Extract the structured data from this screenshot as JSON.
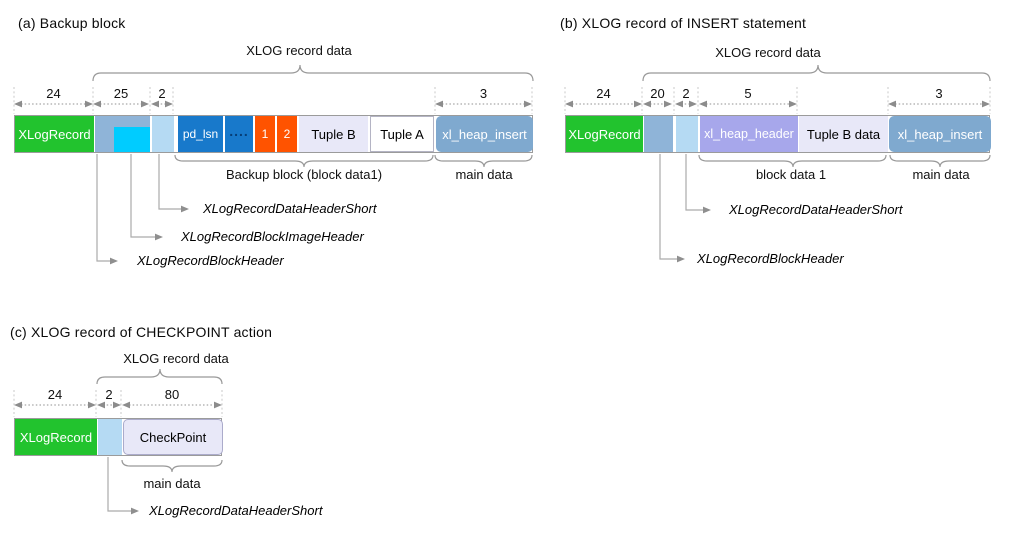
{
  "colors": {
    "xlogrecord_green": "#22c32e",
    "block_header_steel": "#8fb4d8",
    "main_data_steel": "#7fa9cf",
    "image_header_cyan": "#00ccff",
    "data_header_lightblue": "#b5daf3",
    "page_header_blue": "#1879cb",
    "hole_orange": "#ff5300",
    "tuple_lavender": "#e8e8f8",
    "heap_header_periwinkle": "#a7a7eb",
    "line_gray": "#9b9b9b"
  },
  "diagram_a": {
    "title": "(a) Backup block",
    "xlog_record_data": "XLOG record data",
    "sizes": {
      "xlogrecord": "24",
      "block_header": "25",
      "data_header": "2",
      "main": "3"
    },
    "blocks": {
      "xlogrecord": "XLogRecord",
      "pd_lsn": "pd_lsn",
      "dots": "....",
      "one": "1",
      "two": "2",
      "tuple_b": "Tuple B",
      "tuple_a": "Tuple A",
      "xl_heap_insert": "xl_heap_insert"
    },
    "backup_block_label": "Backup block (block data1)",
    "main_data_label": "main data",
    "pointer_short": "XLogRecordDataHeaderShort",
    "pointer_image": "XLogRecordBlockImageHeader",
    "pointer_block": "XLogRecordBlockHeader"
  },
  "diagram_b": {
    "title": "(b) XLOG record of INSERT statement",
    "xlog_record_data": "XLOG record data",
    "sizes": {
      "xlogrecord": "24",
      "block_header": "20",
      "data_header": "2",
      "heap_header": "5",
      "main": "3"
    },
    "blocks": {
      "xlogrecord": "XLogRecord",
      "xl_heap_header": "xl_heap_header",
      "tuple_b_data": "Tuple B data",
      "xl_heap_insert": "xl_heap_insert"
    },
    "block_data_label": "block data 1",
    "main_data_label": "main data",
    "pointer_short": "XLogRecordDataHeaderShort",
    "pointer_block": "XLogRecordBlockHeader"
  },
  "diagram_c": {
    "title": "(c) XLOG record of CHECKPOINT action",
    "xlog_record_data": "XLOG record data",
    "sizes": {
      "xlogrecord": "24",
      "data_header": "2",
      "checkpoint": "80"
    },
    "blocks": {
      "xlogrecord": "XLogRecord",
      "checkpoint": "CheckPoint"
    },
    "main_data_label": "main data",
    "pointer_short": "XLogRecordDataHeaderShort"
  }
}
